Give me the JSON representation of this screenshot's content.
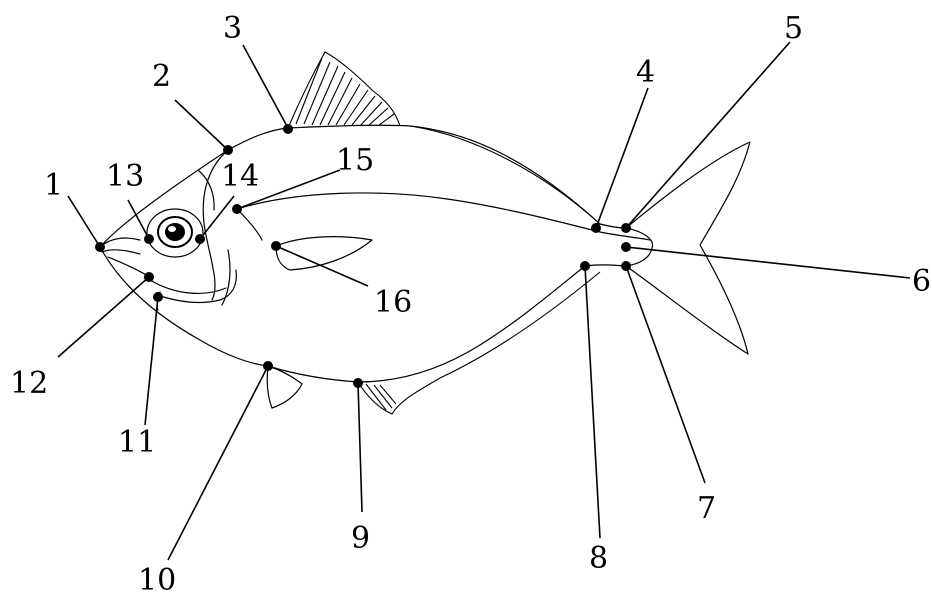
{
  "landmarks": [
    {
      "id": 1,
      "label": "1"
    },
    {
      "id": 2,
      "label": "2"
    },
    {
      "id": 3,
      "label": "3"
    },
    {
      "id": 4,
      "label": "4"
    },
    {
      "id": 5,
      "label": "5"
    },
    {
      "id": 6,
      "label": "6"
    },
    {
      "id": 7,
      "label": "7"
    },
    {
      "id": 8,
      "label": "8"
    },
    {
      "id": 9,
      "label": "9"
    },
    {
      "id": 10,
      "label": "10"
    },
    {
      "id": 11,
      "label": "11"
    },
    {
      "id": 12,
      "label": "12"
    },
    {
      "id": 13,
      "label": "13"
    },
    {
      "id": 14,
      "label": "14"
    },
    {
      "id": 15,
      "label": "15"
    },
    {
      "id": 16,
      "label": "16"
    }
  ]
}
